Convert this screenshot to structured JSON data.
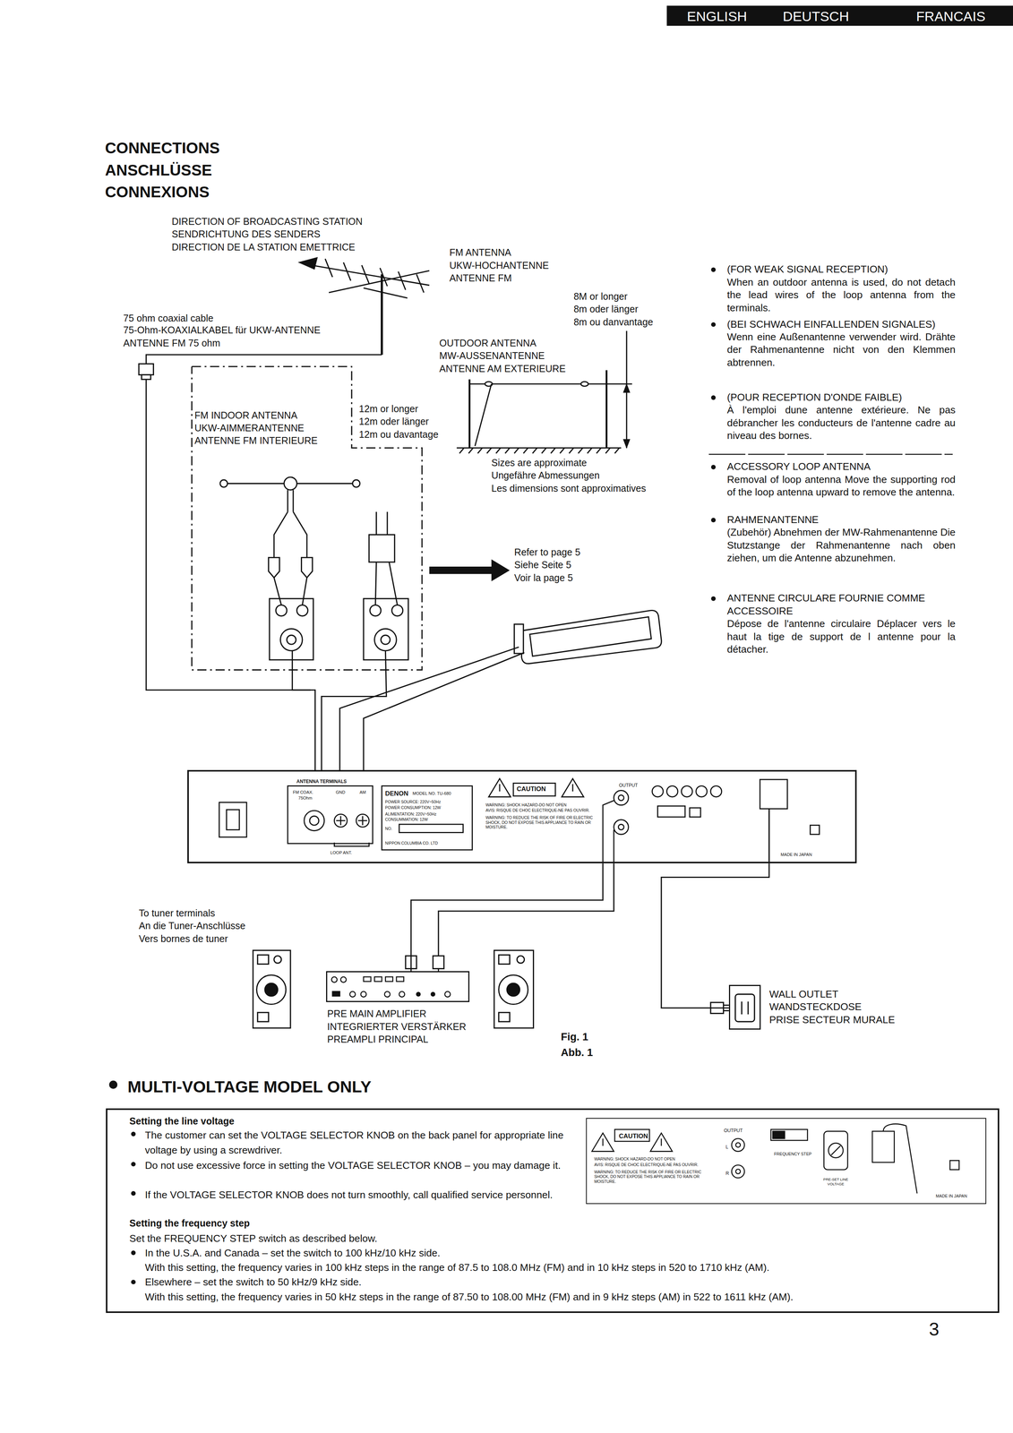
{
  "diagram": {
    "title": "CONNECTIONS",
    "nodes": [
      {
        "text": [
          "FM INDOOR ANTENNA",
          "UKW-AIMMERANTENNE",
          "ANTENNE FM INTERIEURE"
        ]
      },
      {
        "text": [
          "ANTENNA TERMINALS",
          "FM COAX.",
          "75Ohm",
          "GND",
          "AM",
          "LOOP ANT.",
          "DENON",
          "MODEL NO. TU-680",
          "POWER SOURCE: 220V~50Hz",
          "POWER CONSUMPTION: 12W",
          "ALIMENTATION: 220V~50Hz",
          "CONSUMMATION: 12W",
          "NO.",
          "NIPPON COLUMBIA CO. LTD",
          "CAUTION",
          "WARNING: SHOCK HAZARD-DO NOT OPEN",
          "AVIS: RISQUE DE CHOC ELECTRIQUE-NE PAS OUVRIR.",
          "WARNING: TO REDUCE THE RISK OF FIRE OR ELECTRIC SHOCK, DO NOT EXPOSE THIS APPLIANCE TO RAIN OR MOISTURE.",
          "OUTPUT",
          "MADE IN JAPAN"
        ]
      },
      {
        "text": [
          "PRE MAIN AMPLIFIER",
          "INTEGRIERTER VERSTÄRKER",
          "PREAMPLI PRINCIPAL"
        ]
      },
      {
        "text": [
          "WALL OUTLET",
          "WANDSTECKDOSE",
          "PRISE SECTEUR MURALE"
        ]
      },
      {
        "text": [
          "MULTI-VOLTAGE MODEL ONLY",
          "Setting the line voltage",
          "The customer can set the VOLTAGE SELECTOR KNOB on the back panel for appropriate line voltage by using a screwdriver.",
          "Do not use excessive force in setting the VOLTAGE SELECTOR KNOB – you may damage it.",
          "If the VOLTAGE SELECTOR KNOB does not turn smoothly, call qualified service personnel.",
          "Setting the frequency step",
          "Set the FREQUENCY STEP switch as described below.",
          "In the U.S.A. and Canada – set the switch to 100 kHz/10 kHz side.",
          "With this setting, the frequency varies in 100 kHz steps in the range of 87.5 to 108.0 MHz (FM) and in 10 kHz steps in 520 to 1710 kHz (AM).",
          "Elsewhere – set the switch to 50 kHz/9 kHz side.",
          "With this setting, the frequency varies in 50 kHz steps in the range of 87.50 to 108.00 MHz (FM) and in 9 kHz steps (AM) in 522 to 1611 kHz (AM)."
        ]
      },
      {
        "text": [
          "CAUTION",
          "WARNING: SHOCK HAZARD-DO NOT OPEN",
          "AVIS: RISQUE DE CHOC ELECTRIQUE-NE PAS OUVRIR.",
          "WARNING: TO REDUCE THE RISK OF FIRE OR ELECTRIC SHOCK, DO NOT EXPOSE THIS APPLIANCE TO RAIN OR MOISTURE.",
          "OUTPUT",
          "L",
          "R",
          "FREQUENCY STEP",
          "PRE-SET LINE VOLTAGE",
          "MADE IN JAPAN"
        ],
        "in": 4
      }
    ],
    "edges": [
      {
        "from": 0,
        "to": 1,
        "arrow": "none"
      },
      {
        "from": 1,
        "to": 2,
        "arrow": "none"
      },
      {
        "from": 1,
        "to": 3,
        "arrow": "none"
      }
    ],
    "labels": [
      "ANSCHLÜSSE",
      "CONNEXIONS",
      "ENGLISH",
      "DEUTSCH",
      "FRANCAIS",
      "DIRECTION OF BROADCASTING STATION",
      "SENDRICHTUNG DES SENDERS",
      "DIRECTION DE LA STATION EMETTRICE",
      "FM ANTENNA",
      "UKW-HOCHANTENNE",
      "ANTENNE FM",
      "75 ohm coaxial cable",
      "75-Ohm-KOAXIALKABEL für UKW-ANTENNE",
      "ANTENNE FM 75 ohm",
      "8M or longer",
      "8m oder länger",
      "8m ou danvantage",
      "OUTDOOR ANTENNA",
      "MW-AUSSENANTENNE",
      "ANTENNE AM EXTERIEURE",
      "12m or longer",
      "12m oder länger",
      "12m ou davantage",
      "Sizes are approximate",
      "Ungefähre Abmessungen",
      "Les dimensions sont approximatives",
      "Refer to page 5",
      "Siehe Seite 5",
      "Voir la page 5",
      "(FOR WEAK SIGNAL RECEPTION)",
      "When an outdoor antenna is used, do not detach the lead wires of the loop antenna from the terminals.",
      "(BEI SCHWACH EINFALLENDEN SIGNALES)",
      "Wenn eine Außenantenne verwender wird. Drähte der Rahmenantenne nicht von den Klemmen abtrennen.",
      "(POUR RECEPTION D'ONDE FAIBLE)",
      "À l'emploi dune antenne extérieure. Ne pas débrancher les conducteurs de l'antenne cadre au niveau des bornes.",
      "ACCESSORY LOOP ANTENNA",
      "Removal of loop antenna Move the supporting rod of the loop antenna upward to remove the antenna.",
      "RAHMENANTENNE",
      "(Zubehör) Abnehmen der MW-Rahmenantenne Die Stutzstange der Rahmenantenne nach oben ziehen, um die Antenne abzunehmen.",
      "ANTENNE CIRCULARE FOURNIE COMME ACCESSOIRE",
      "Dépose de l'antenne circulaire Déplacer vers le haut la tige de support de l antenne pour la détacher.",
      "To tuner terminals",
      "An die Tuner-Anschlüsse",
      "Vers bornes de tuner",
      "Fig. 1",
      "Abb. 1",
      "3"
    ]
  }
}
